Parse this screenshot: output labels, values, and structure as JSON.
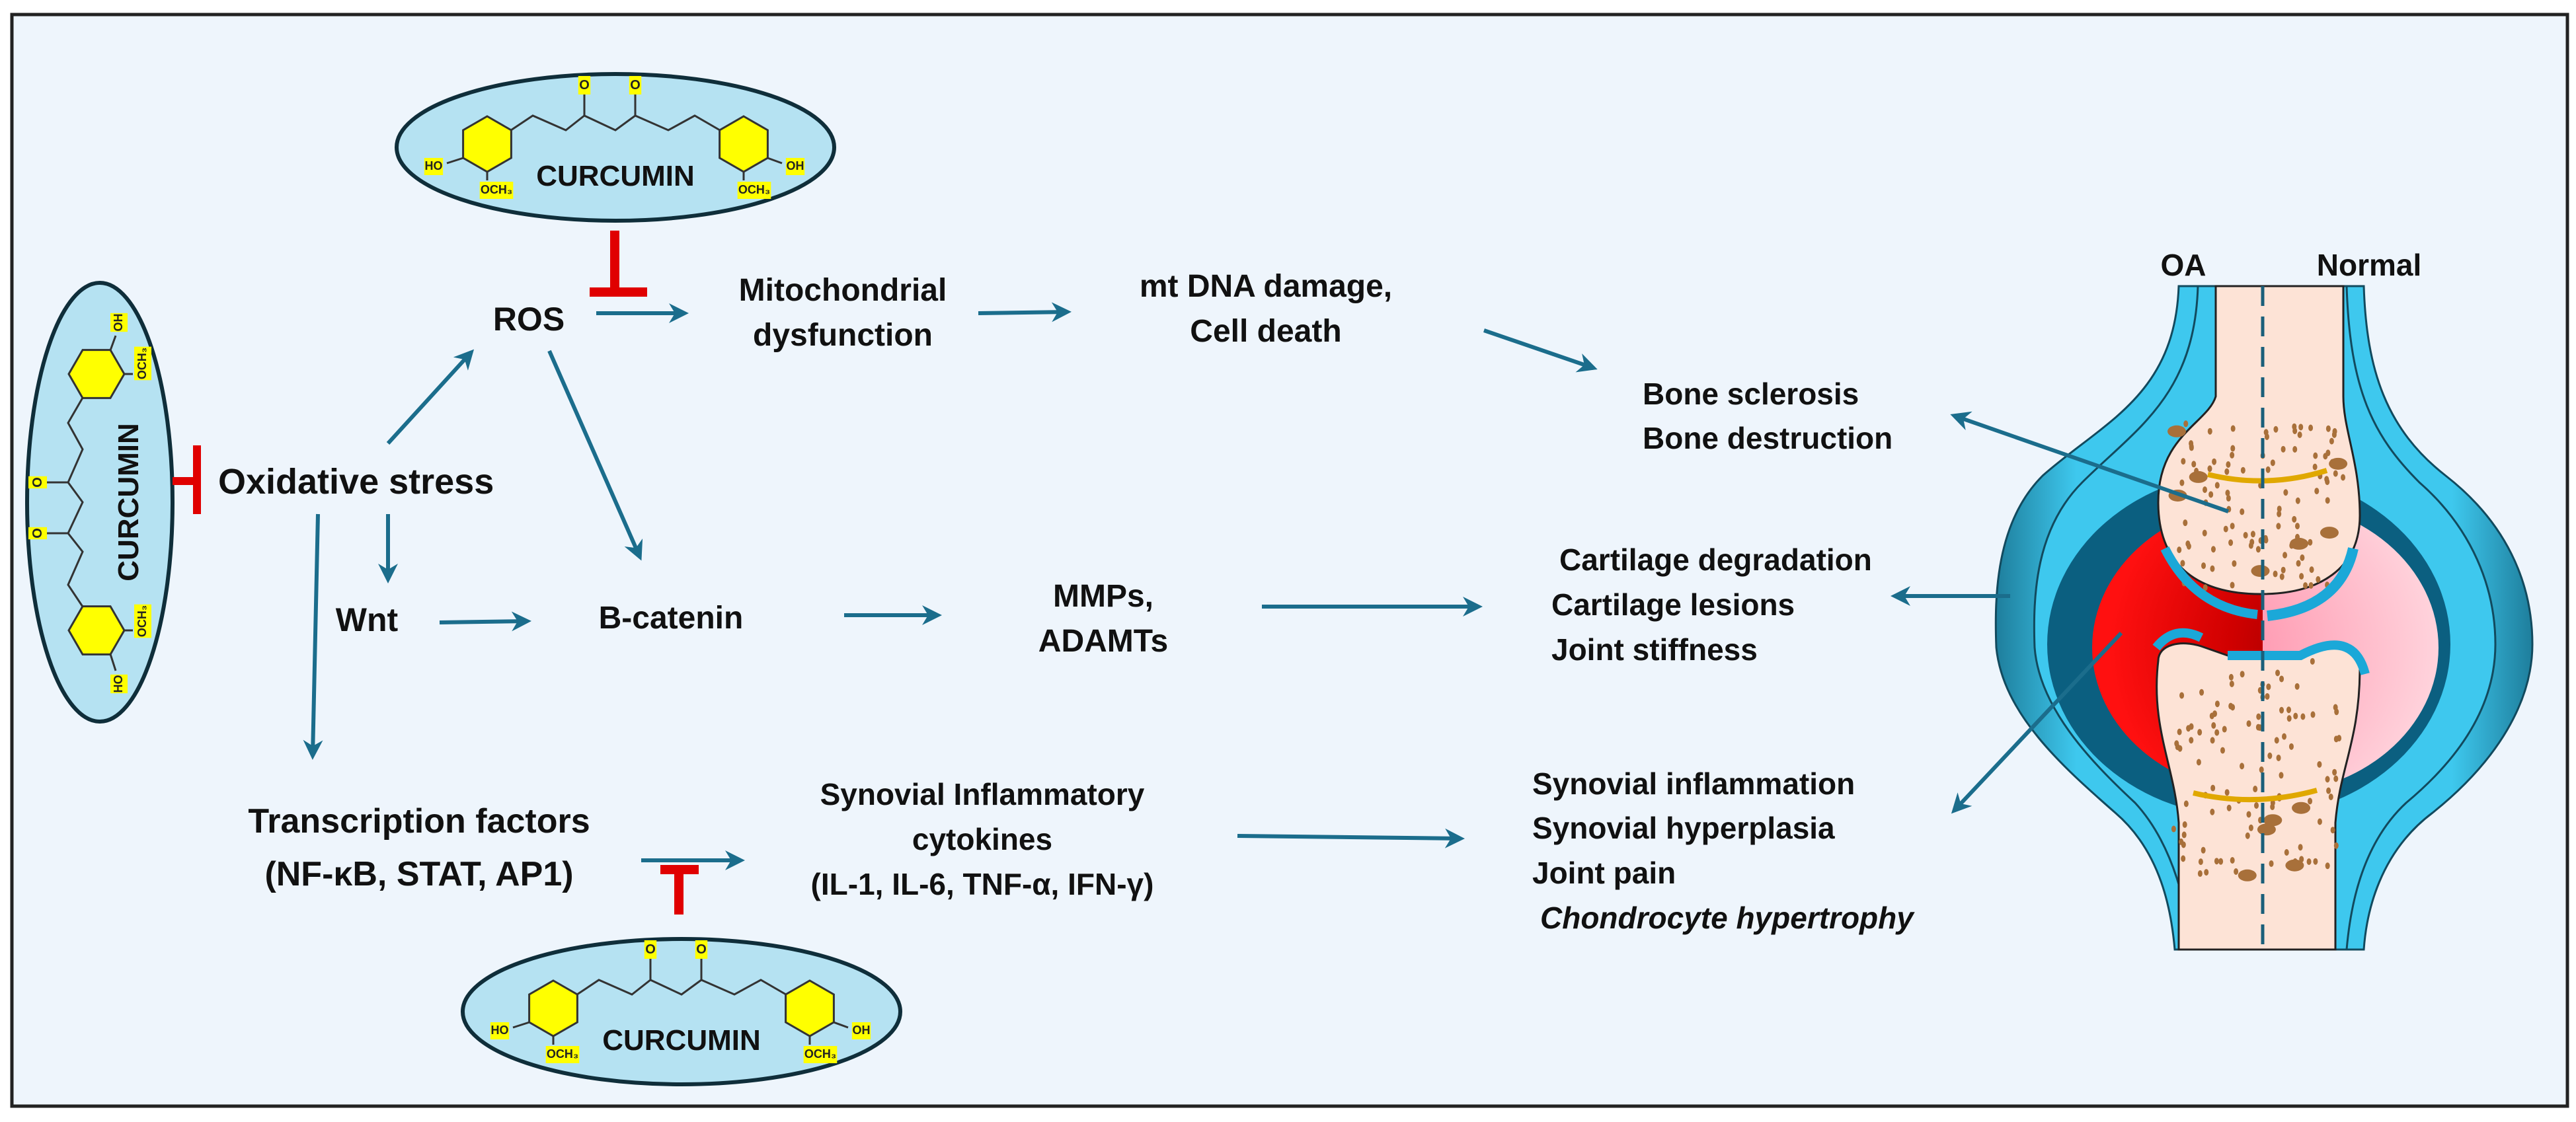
{
  "colors": {
    "background": "#eef5fc",
    "arrow": "#1b6d8c",
    "inhibition": "#e00000",
    "curcumin_ellipse": "#b5e2f2",
    "molecule_highlight": "#ffff00",
    "oa_synovium": "#e00000",
    "normal_synovium": "#ffb6c6",
    "capsule": "#3ec8ee",
    "bone": "#fde3d6"
  },
  "curcumin": {
    "name": "CURCUMIN",
    "carbonyl": "O",
    "hydroxyl_left": "HO",
    "hydroxyl_right": "OH",
    "methoxy": "OCH₃"
  },
  "nodes": {
    "oxidative_stress": "Oxidative stress",
    "ros": "ROS",
    "wnt": "Wnt",
    "b_catenin": "B-catenin",
    "mito_line1": "Mitochondrial",
    "mito_line2": "dysfunction",
    "mtdna_line1": "mt DNA damage,",
    "mtdna_line2": "Cell death",
    "mmps_line1": "MMPs,",
    "mmps_line2": "ADAMTs",
    "tf_line1": "Transcription factors",
    "tf_line2": "(NF-κB, STAT, AP1)",
    "cyto_line1": "Synovial Inflammatory",
    "cyto_line2": "cytokines",
    "cyto_line3": "(IL-1, IL-6, TNF-α, IFN-γ)"
  },
  "outcomes": {
    "bone": [
      "Bone sclerosis",
      "Bone destruction"
    ],
    "cartilage": [
      "Cartilage degradation",
      "Cartilage lesions",
      "Joint stiffness"
    ],
    "synovial": [
      "Synovial inflammation",
      "Synovial hyperplasia",
      "Joint pain",
      "Chondrocyte hypertrophy"
    ]
  },
  "joint": {
    "left_label": "OA",
    "right_label": "Normal"
  }
}
